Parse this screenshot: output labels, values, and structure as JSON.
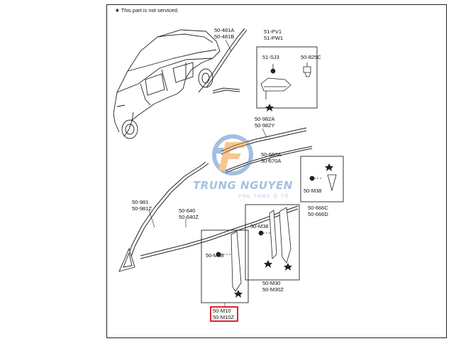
{
  "note": "★ This part is not serviced.",
  "labels": {
    "l50_481": "50-481A\n50-481B",
    "l51_pv": "51-PV1\n51-PW1",
    "l51_sj3": "51-SJ3",
    "l50_825c": "50-825C",
    "l50_982": "50-982A\n50-982Y",
    "l50_660": "50-660A\n50-670A",
    "l50_m38_right": "50-M38",
    "l50_666": "50-666C\n50-666D",
    "l50_981": "50-981\n50-981Z",
    "l50_640": "50-640\n50-640Z",
    "l50_m38_mid": "50-M38",
    "l50_m38_left": "50-M38",
    "l50_m30": "50-M30\n50-M30Z",
    "l50_m10": "50-M10\n50-M10Z"
  },
  "watermark": {
    "brand": "TRUNG NGUYEN",
    "tagline": "PHỤ TÙNG Ô TÔ"
  },
  "colors": {
    "line": "#222222",
    "highlight": "#e0232b",
    "watermark_blue": "#5a8cc8",
    "watermark_orange": "#f29a3a"
  }
}
